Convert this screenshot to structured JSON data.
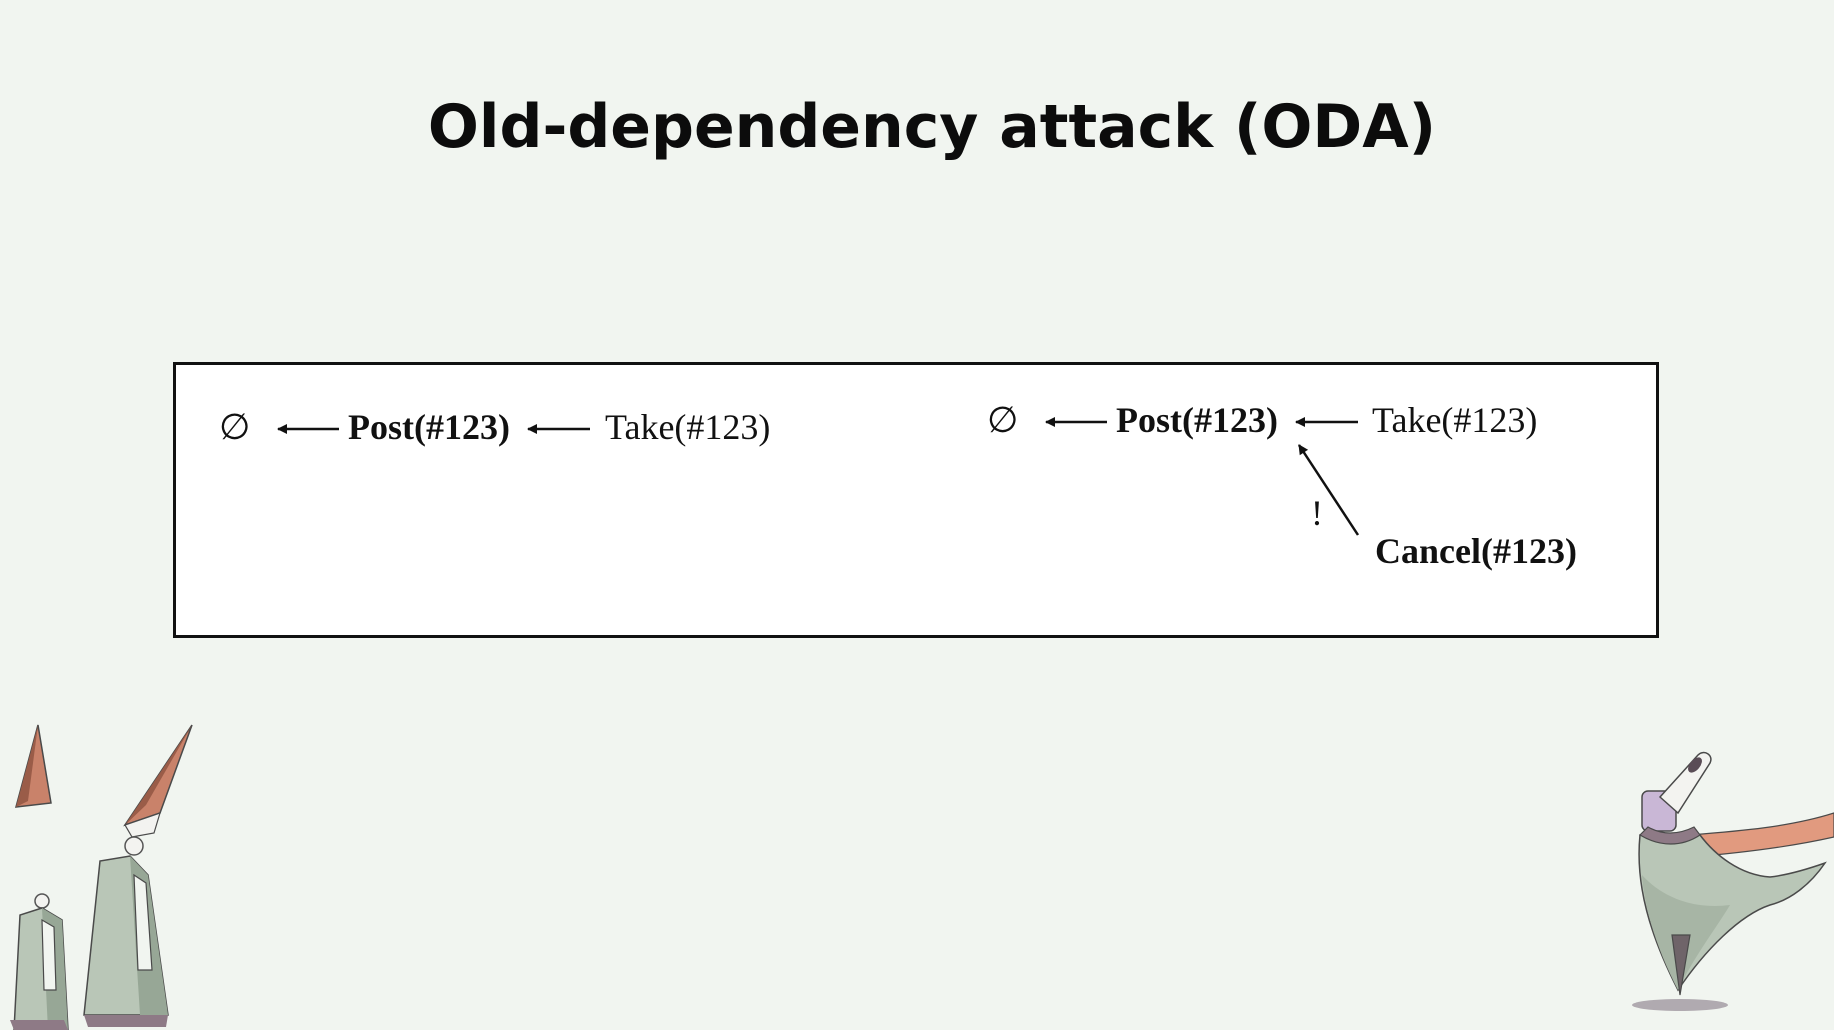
{
  "slide": {
    "title": "Old-dependency attack (ODA)"
  },
  "diagram": {
    "left_chain": {
      "empty": "∅",
      "post": "Post(#123)",
      "take": "Take(#123)"
    },
    "right_chain": {
      "empty": "∅",
      "post": "Post(#123)",
      "take": "Take(#123)",
      "cancel": "Cancel(#123)",
      "conflict_mark": "!"
    }
  },
  "colors": {
    "background": "#f1f5f0",
    "figure_background": "#ffffff",
    "ink": "#111111",
    "accent_orange": "#d9876a",
    "sage": "#b7c4b6"
  },
  "decorations": [
    "character-bishops-illustration",
    "character-scarf-illustration"
  ]
}
